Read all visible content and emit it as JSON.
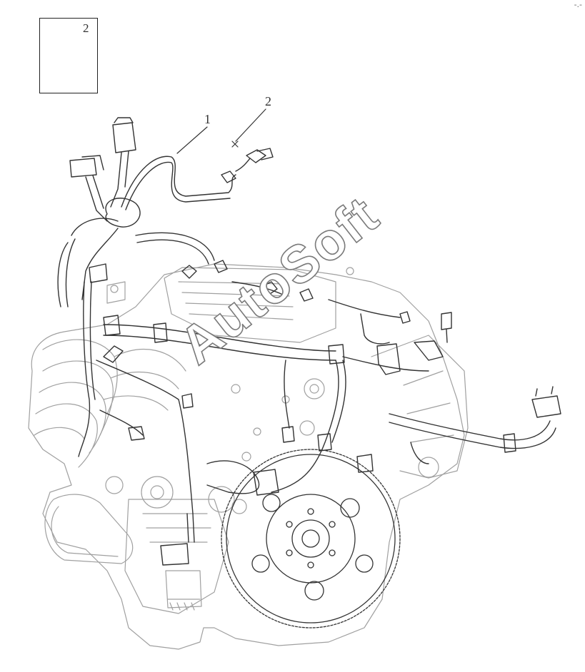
{
  "inset": {
    "label": "2"
  },
  "callouts": [
    {
      "id": "1",
      "text": "1"
    },
    {
      "id": "2",
      "text": "2"
    }
  ],
  "watermark": "AutoSoft",
  "corner_mark": "-.-",
  "colors": {
    "line": "#333333",
    "light_line": "#9a9a9a",
    "background": "#ffffff",
    "watermark_outline": "#7a7a7a"
  },
  "icons": [
    "bolt-icon",
    "wiring-harness",
    "engine-outline",
    "flywheel"
  ]
}
